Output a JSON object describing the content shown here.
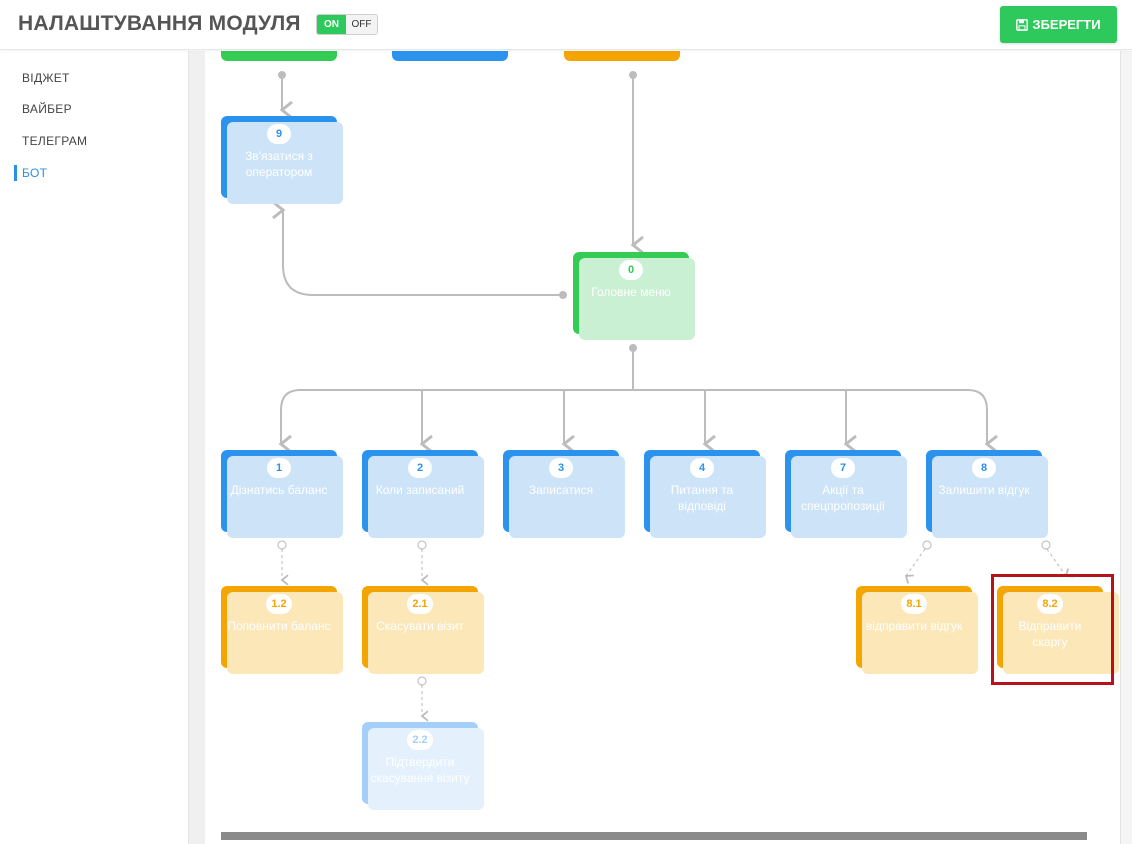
{
  "header": {
    "title": "НАЛАШТУВАННЯ МОДУЛЯ",
    "toggle_on": "ON",
    "toggle_off": "OFF",
    "save_label": "ЗБЕРЕГТИ",
    "save_icon": "floppy-disk-icon"
  },
  "sidebar": {
    "items": [
      {
        "label": "ВІДЖЕТ"
      },
      {
        "label": "ВАЙБЕР"
      },
      {
        "label": "ТЕЛЕГРАМ"
      },
      {
        "label": "БОТ",
        "active": true
      }
    ]
  },
  "colors": {
    "blue": "#2b93ee",
    "green": "#34cc55",
    "orange": "#f4a502",
    "pale_blue": "#a3cff9",
    "highlight": "#b5121b"
  },
  "nodes": {
    "n9": {
      "num": "9",
      "label": "Зв'язатися з оператором"
    },
    "n0": {
      "num": "0",
      "label": "Головне меню"
    },
    "n1": {
      "num": "1",
      "label": "Дізнатись баланс"
    },
    "n2": {
      "num": "2",
      "label": "Коли записаний"
    },
    "n3": {
      "num": "3",
      "label": "Записатися"
    },
    "n4": {
      "num": "4",
      "label": "Питання та відповіді"
    },
    "n7": {
      "num": "7",
      "label": "Акції та спецпропозиції"
    },
    "n8": {
      "num": "8",
      "label": "Залишити відгук"
    },
    "n12": {
      "num": "1.2",
      "label": "Поповнити баланс"
    },
    "n21": {
      "num": "2.1",
      "label": "Скасувати візит"
    },
    "n22": {
      "num": "2.2",
      "label": "Підтвердити скасування візиту"
    },
    "n81": {
      "num": "8.1",
      "label": "відправити відгук"
    },
    "n82": {
      "num": "8.2",
      "label": "Відправити скаргу"
    }
  }
}
